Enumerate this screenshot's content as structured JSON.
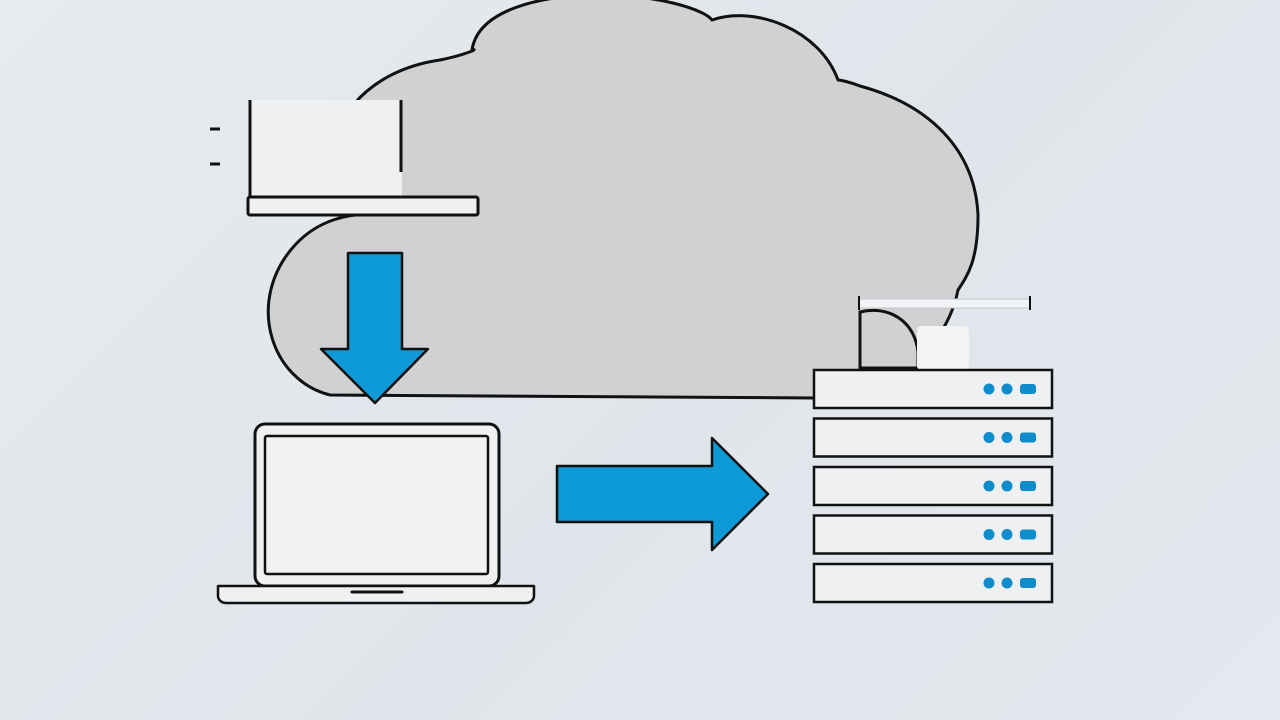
{
  "scene": {
    "background": "#e2e8ed",
    "elements": [
      {
        "id": "cloud",
        "kind": "cloud",
        "icon": "cloud-icon",
        "fill": "#d0d1d3",
        "stroke": "#111111"
      },
      {
        "id": "monitor-top",
        "kind": "display-panel",
        "icon": "monitor-icon",
        "fill": "#eef0f2"
      },
      {
        "id": "arrow-down",
        "kind": "arrow",
        "icon": "arrow-down-icon",
        "direction": "down",
        "fill": "#0e9ad6"
      },
      {
        "id": "laptop",
        "kind": "laptop",
        "icon": "laptop-icon",
        "fill": "#eef0f2"
      },
      {
        "id": "arrow-right",
        "kind": "arrow",
        "icon": "arrow-right-icon",
        "direction": "right",
        "fill": "#0e9ad6"
      },
      {
        "id": "server-rack",
        "kind": "server",
        "icon": "server-icon",
        "units": 5,
        "led_color": "#0e8ccc"
      }
    ]
  }
}
